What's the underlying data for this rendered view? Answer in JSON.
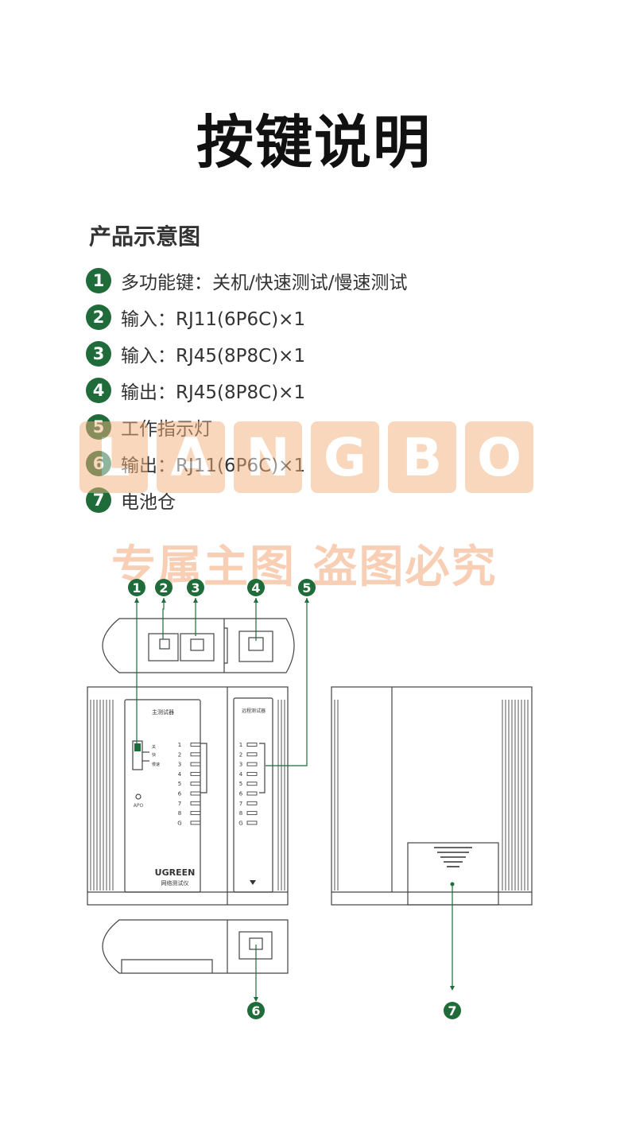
{
  "title": "按键说明",
  "subtitle": "产品示意图",
  "items": [
    {
      "num": "1",
      "text": "多功能键：关机/快速测试/慢速测试"
    },
    {
      "num": "2",
      "text": "输入：RJ11(6P6C)×1"
    },
    {
      "num": "3",
      "text": "输入：RJ45(8P8C)×1"
    },
    {
      "num": "4",
      "text": "输出：RJ45(8P8C)×1"
    },
    {
      "num": "5",
      "text": "工作指示灯"
    },
    {
      "num": "6",
      "text": "输出：RJ11(6P6C)×1"
    },
    {
      "num": "7",
      "text": "电池仓"
    }
  ],
  "watermark": {
    "letters": [
      "L",
      "A",
      "N",
      "G",
      "B",
      "O"
    ],
    "text": "专属主图  盗图必究"
  },
  "device": {
    "main_label": "主测试器",
    "remote_label": "远程测试器",
    "switch_labels": [
      "关",
      "快",
      "慢速"
    ],
    "apo_label": "APO",
    "brand": "UGREEN",
    "brand_sub": "网络测试仪",
    "led_labels": [
      "1",
      "2",
      "3",
      "4",
      "5",
      "6",
      "7",
      "8",
      "G"
    ],
    "callouts": [
      "1",
      "2",
      "3",
      "4",
      "5",
      "6",
      "7"
    ]
  },
  "colors": {
    "accent": "#1f6b3a",
    "line": "#444444",
    "watermark": "#f2b07c"
  }
}
